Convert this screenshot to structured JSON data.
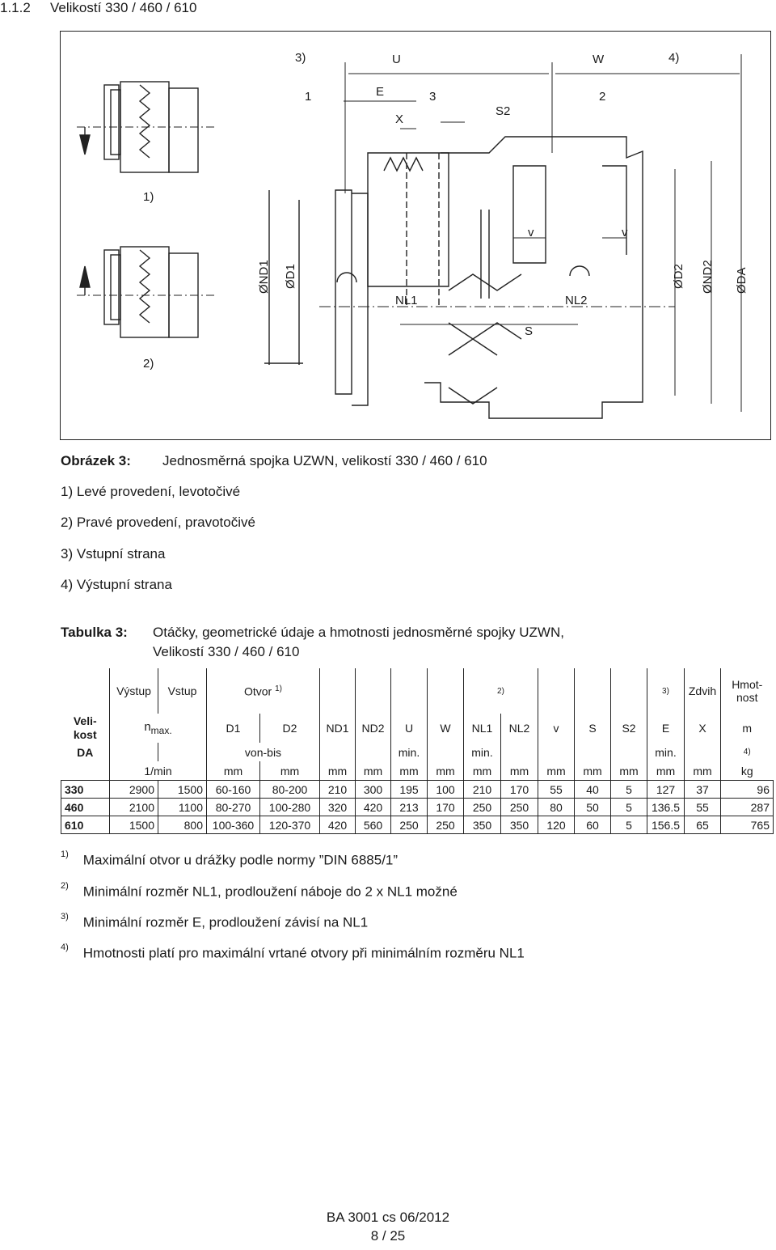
{
  "heading": {
    "number": "1.1.2",
    "title": "Velikostí 330 / 460 / 610"
  },
  "figure": {
    "labels": {
      "n3": "3)",
      "U": "U",
      "W": "W",
      "n4": "4)",
      "one": "1",
      "E": "E",
      "three": "3",
      "S2": "S2",
      "two": "2",
      "X": "X",
      "n1": "1)",
      "n2": "2)",
      "v1": "v",
      "v2": "v",
      "NL1": "NL1",
      "NL2": "NL2",
      "S": "S",
      "ND1": "ØND1",
      "D1": "ØD1",
      "D2": "ØD2",
      "ND2": "ØND2",
      "DA": "ØDA"
    }
  },
  "caption": {
    "label": "Obrázek 3:",
    "text": "Jednosměrná spojka UZWN, velikostí 330 / 460 / 610",
    "items": [
      "1) Levé provedení, levotočivé",
      "2) Pravé provedení, pravotočivé",
      "3) Vstupní strana",
      "4) Výstupní strana"
    ]
  },
  "table_caption": {
    "label": "Tabulka 3:",
    "line1": "Otáčky, geometrické údaje a hmotnosti jednosměrné spojky UZWN,",
    "line2": "Velikostí 330 / 460 / 610"
  },
  "table": {
    "row1": {
      "vystup": "Výstup",
      "vstup": "Vstup",
      "otvor": "Otvor",
      "otvor_sup": "1)",
      "n2": "2)",
      "n3": "3)",
      "zdvih": "Zdvih",
      "hmot": "Hmot-",
      "nost": "nost"
    },
    "row2": {
      "veli": "Veli-",
      "kost": "kost",
      "n": "n",
      "nsub": "max.",
      "D1": "D1",
      "D2": "D2",
      "ND1": "ND1",
      "ND2": "ND2",
      "U": "U",
      "W": "W",
      "NL1": "NL1",
      "NL2": "NL2",
      "v": "v",
      "S": "S",
      "S2": "S2",
      "E": "E",
      "X": "X",
      "m": "m"
    },
    "row3": {
      "DA": "DA",
      "vonbis": "von-bis",
      "min1": "min.",
      "min2": "min.",
      "min3": "min.",
      "n4": "4)"
    },
    "row4": {
      "rpm": "1/min",
      "mm": "mm",
      "kg": "kg"
    },
    "rows": [
      [
        "330",
        "2900",
        "1500",
        "60-160",
        "80-200",
        "210",
        "300",
        "195",
        "100",
        "210",
        "170",
        "55",
        "40",
        "5",
        "127",
        "37",
        "96"
      ],
      [
        "460",
        "2100",
        "1100",
        "80-270",
        "100-280",
        "320",
        "420",
        "213",
        "170",
        "250",
        "250",
        "80",
        "50",
        "5",
        "136.5",
        "55",
        "287"
      ],
      [
        "610",
        "1500",
        "800",
        "100-360",
        "120-370",
        "420",
        "560",
        "250",
        "250",
        "350",
        "350",
        "120",
        "60",
        "5",
        "156.5",
        "65",
        "765"
      ]
    ]
  },
  "footnotes": [
    {
      "mark": "1)",
      "text": "Maximální otvor u drážky podle normy ”DIN 6885/1”"
    },
    {
      "mark": "2)",
      "text": "Minimální rozměr NL1, prodloužení náboje do 2 x NL1 možné"
    },
    {
      "mark": "3)",
      "text": "Minimální rozměr E, prodloužení závisí na NL1"
    },
    {
      "mark": "4)",
      "text": "Hmotnosti platí pro maximální vrtané otvory při minimálním rozměru NL1"
    }
  ],
  "footer": {
    "doc": "BA 3001 cs 06/2012",
    "page": "8 / 25"
  }
}
